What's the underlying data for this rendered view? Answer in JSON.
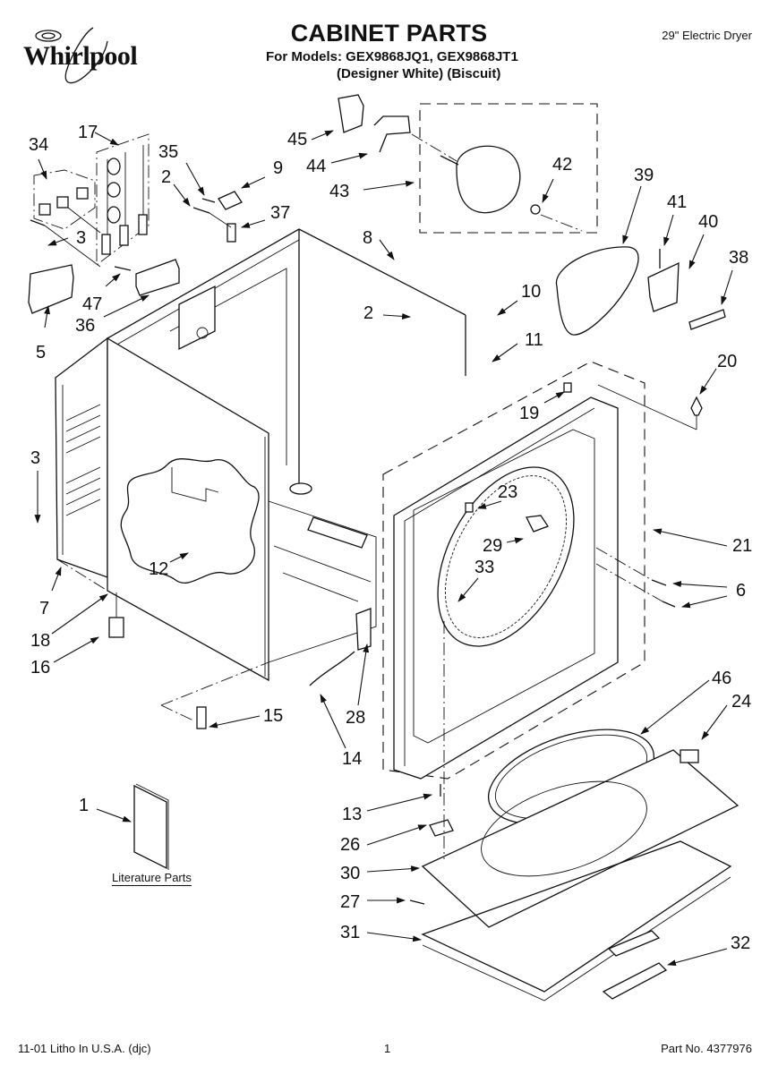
{
  "header": {
    "brand": "Whirlpool",
    "title": "CABINET PARTS",
    "models_line": "For Models: GEX9868JQ1, GEX9868JT1",
    "variants_line": "(Designer White)  (Biscuit)",
    "product": "29\" Electric Dryer"
  },
  "footer": {
    "print_info": "11-01 Litho In U.S.A. (djc)",
    "page_number": "1",
    "part_number": "Part No. 4377976"
  },
  "literature": {
    "label": "Literature Parts"
  },
  "callouts": [
    {
      "id": "c34",
      "label": "34"
    },
    {
      "id": "c17",
      "label": "17"
    },
    {
      "id": "c35",
      "label": "35"
    },
    {
      "id": "c2a",
      "label": "2"
    },
    {
      "id": "c9",
      "label": "9"
    },
    {
      "id": "c37",
      "label": "37"
    },
    {
      "id": "c3a",
      "label": "3"
    },
    {
      "id": "c47",
      "label": "47"
    },
    {
      "id": "c36",
      "label": "36"
    },
    {
      "id": "c5",
      "label": "5"
    },
    {
      "id": "c45",
      "label": "45"
    },
    {
      "id": "c44",
      "label": "44"
    },
    {
      "id": "c43",
      "label": "43"
    },
    {
      "id": "c42",
      "label": "42"
    },
    {
      "id": "c8",
      "label": "8"
    },
    {
      "id": "c2b",
      "label": "2"
    },
    {
      "id": "c10",
      "label": "10"
    },
    {
      "id": "c11",
      "label": "11"
    },
    {
      "id": "c39",
      "label": "39"
    },
    {
      "id": "c41",
      "label": "41"
    },
    {
      "id": "c40",
      "label": "40"
    },
    {
      "id": "c38",
      "label": "38"
    },
    {
      "id": "c20",
      "label": "20"
    },
    {
      "id": "c19",
      "label": "19"
    },
    {
      "id": "c3b",
      "label": "3"
    },
    {
      "id": "c23",
      "label": "23"
    },
    {
      "id": "c29",
      "label": "29"
    },
    {
      "id": "c21",
      "label": "21"
    },
    {
      "id": "c33",
      "label": "33"
    },
    {
      "id": "c12",
      "label": "12"
    },
    {
      "id": "c6",
      "label": "6"
    },
    {
      "id": "c7",
      "label": "7"
    },
    {
      "id": "c18",
      "label": "18"
    },
    {
      "id": "c16",
      "label": "16"
    },
    {
      "id": "c15",
      "label": "15"
    },
    {
      "id": "c28",
      "label": "28"
    },
    {
      "id": "c14",
      "label": "14"
    },
    {
      "id": "c46",
      "label": "46"
    },
    {
      "id": "c24",
      "label": "24"
    },
    {
      "id": "c1",
      "label": "1"
    },
    {
      "id": "c13",
      "label": "13"
    },
    {
      "id": "c26",
      "label": "26"
    },
    {
      "id": "c30",
      "label": "30"
    },
    {
      "id": "c27",
      "label": "27"
    },
    {
      "id": "c31",
      "label": "31"
    },
    {
      "id": "c32",
      "label": "32"
    }
  ]
}
